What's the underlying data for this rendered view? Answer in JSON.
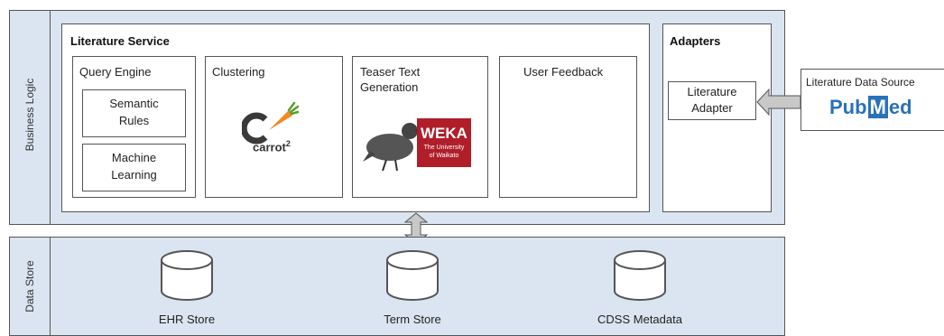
{
  "business_logic": {
    "label": "Business Logic",
    "literature_service": {
      "title": "Literature Service",
      "query_engine": {
        "title": "Query Engine",
        "semantic_rules": [
          "Semantic",
          "Rules"
        ],
        "machine_learning": [
          "Machine",
          "Learning"
        ]
      },
      "clustering": {
        "title": "Clustering",
        "logo_text": "carrot",
        "logo_sup": "2"
      },
      "teaser": {
        "title_line1": "Teaser Text",
        "title_line2": "Generation",
        "logo_text": "WEKA",
        "logo_sub1": "The University",
        "logo_sub2": "of Waikato"
      },
      "user_feedback": {
        "title": "User Feedback"
      }
    },
    "adapters": {
      "title": "Adapters",
      "literature_adapter": [
        "Literature",
        "Adapter"
      ]
    }
  },
  "literature_data_source": {
    "title": "Literature Data Source",
    "logo_left": "Pub",
    "logo_m": "M",
    "logo_right": "ed"
  },
  "data_store": {
    "label": "Data Store",
    "stores": [
      "EHR Store",
      "Term Store",
      "CDSS Metadata"
    ]
  },
  "colors": {
    "layer_fill": "#dbe5f1",
    "arrow_fill": "#c8c8c8",
    "pubmed_blue": "#2a72b8",
    "weka_red": "#b01e2a",
    "carrot_orange": "#f08a24"
  }
}
